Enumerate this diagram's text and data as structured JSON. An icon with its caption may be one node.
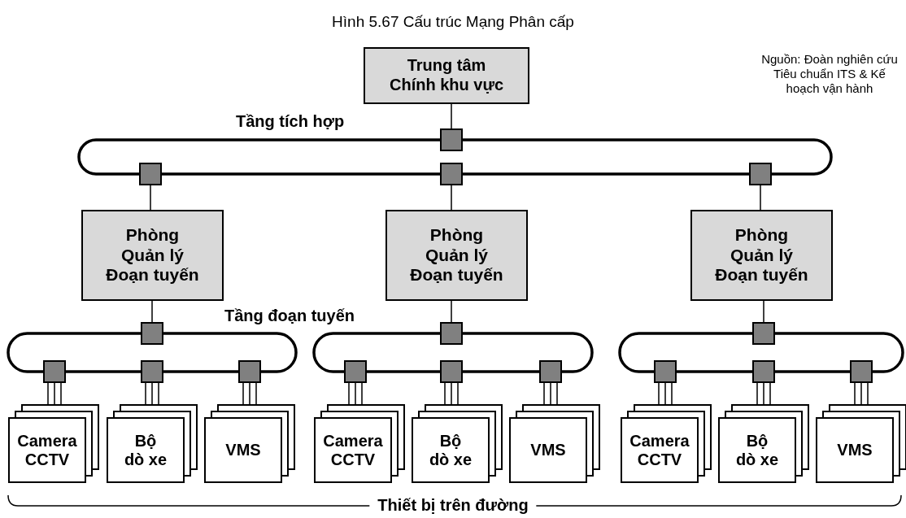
{
  "diagram": {
    "title": "Hình 5.67  Cấu trúc Mạng Phân cấp",
    "nodes": [
      {
        "text": [
          "Trung tâm Chính khu vực"
        ]
      },
      {
        "text": [],
        "shape": "box"
      },
      {
        "text": [],
        "shape": "box"
      },
      {
        "text": [],
        "shape": "box"
      },
      {
        "text": [],
        "shape": "box"
      },
      {
        "text": [
          "Phòng Quản lý Đoạn tuyến"
        ]
      },
      {
        "text": [
          "Phòng Quản lý Đoạn tuyến"
        ]
      },
      {
        "text": [
          "Phòng Quản lý Đoạn tuyến"
        ]
      },
      {
        "text": [],
        "shape": "box"
      },
      {
        "text": [],
        "shape": "box"
      },
      {
        "text": [],
        "shape": "box"
      },
      {
        "text": [],
        "shape": "box"
      },
      {
        "text": [],
        "shape": "box"
      },
      {
        "text": [],
        "shape": "box"
      },
      {
        "text": [],
        "shape": "box"
      },
      {
        "text": [],
        "shape": "box"
      },
      {
        "text": [],
        "shape": "box"
      },
      {
        "text": [],
        "shape": "box"
      },
      {
        "text": [],
        "shape": "box"
      },
      {
        "text": [],
        "shape": "box"
      },
      {
        "text": [
          "Camera CCTV"
        ]
      },
      {
        "text": [
          "Bộ dò xe"
        ]
      },
      {
        "text": [
          "VMS"
        ]
      },
      {
        "text": [
          "Camera CCTV"
        ]
      },
      {
        "text": [
          "Bộ dò xe"
        ]
      },
      {
        "text": [
          "VMS"
        ]
      },
      {
        "text": [
          "Camera CCTV"
        ]
      },
      {
        "text": [
          "Bộ dò xe"
        ]
      },
      {
        "text": [
          "VMS"
        ]
      }
    ],
    "edges": [
      {
        "from": 0,
        "to": 1,
        "arrow": "none"
      },
      {
        "from": 1,
        "to": 4,
        "arrow": "none",
        "style": "thick"
      },
      {
        "from": 4,
        "to": 3,
        "arrow": "none",
        "style": "thick"
      },
      {
        "from": 3,
        "to": 2,
        "arrow": "none",
        "style": "thick"
      },
      {
        "from": 2,
        "to": 1,
        "arrow": "none",
        "style": "thick"
      },
      {
        "from": 2,
        "to": 5,
        "arrow": "none"
      },
      {
        "from": 3,
        "to": 6,
        "arrow": "none"
      },
      {
        "from": 4,
        "to": 7,
        "arrow": "none"
      },
      {
        "from": 5,
        "to": 8,
        "arrow": "none"
      },
      {
        "from": 6,
        "to": 9,
        "arrow": "none"
      },
      {
        "from": 7,
        "to": 10,
        "arrow": "none"
      },
      {
        "from": 8,
        "to": 13,
        "arrow": "none",
        "style": "thick"
      },
      {
        "from": 13,
        "to": 12,
        "arrow": "none",
        "style": "thick"
      },
      {
        "from": 12,
        "to": 11,
        "arrow": "none",
        "style": "thick"
      },
      {
        "from": 11,
        "to": 8,
        "arrow": "none",
        "style": "thick"
      },
      {
        "from": 9,
        "to": 16,
        "arrow": "none",
        "style": "thick"
      },
      {
        "from": 16,
        "to": 15,
        "arrow": "none",
        "style": "thick"
      },
      {
        "from": 15,
        "to": 14,
        "arrow": "none",
        "style": "thick"
      },
      {
        "from": 14,
        "to": 9,
        "arrow": "none",
        "style": "thick"
      },
      {
        "from": 10,
        "to": 19,
        "arrow": "none",
        "style": "thick"
      },
      {
        "from": 19,
        "to": 18,
        "arrow": "none",
        "style": "thick"
      },
      {
        "from": 18,
        "to": 17,
        "arrow": "none",
        "style": "thick"
      },
      {
        "from": 17,
        "to": 10,
        "arrow": "none",
        "style": "thick"
      },
      {
        "from": 11,
        "to": 20,
        "arrow": "none"
      },
      {
        "from": 12,
        "to": 21,
        "arrow": "none"
      },
      {
        "from": 13,
        "to": 22,
        "arrow": "none"
      },
      {
        "from": 14,
        "to": 23,
        "arrow": "none"
      },
      {
        "from": 15,
        "to": 24,
        "arrow": "none"
      },
      {
        "from": 16,
        "to": 25,
        "arrow": "none"
      },
      {
        "from": 17,
        "to": 26,
        "arrow": "none"
      },
      {
        "from": 18,
        "to": 27,
        "arrow": "none"
      },
      {
        "from": 19,
        "to": 28,
        "arrow": "none"
      }
    ],
    "labels": [
      "Nguồn: Đoàn nghiên cứu Tiêu chuẩn ITS & Kế hoạch vận hành",
      "Tầng tích hợp",
      "Tầng đoạn tuyến",
      "Thiết bị trên đường"
    ]
  }
}
